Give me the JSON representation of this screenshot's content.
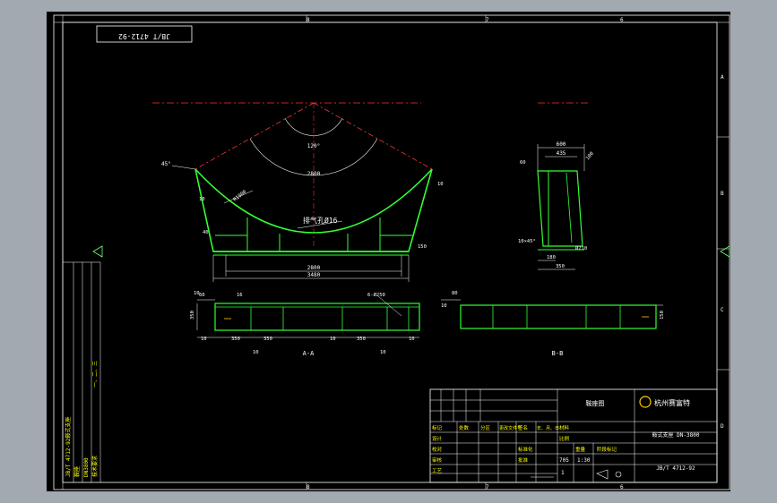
{
  "drawing_number_tab": "JB/T 4712-92",
  "grid_labels": {
    "top": [
      "8",
      "7",
      "6"
    ],
    "bottom": [
      "8",
      "7",
      "6"
    ],
    "right": [
      "A",
      "B",
      "C",
      "D"
    ]
  },
  "main_view": {
    "angle": "120°",
    "radius_outer": "2800",
    "radius_inner": "R1900",
    "hole_label": "排气孔Ø16",
    "left_angle": "45°",
    "width_inner": "2800",
    "width_outer": "3480",
    "dim_left_edge": "10",
    "dim_right_top": "10",
    "dim_bottom_left": "40",
    "dim_bottom_right": "150"
  },
  "side_view": {
    "top_width": "600",
    "top_inner": "435",
    "chamfer": "100",
    "left_top": "60",
    "chamfer_label": "10×45°",
    "weld": "Ø210",
    "bottom_inner": "180",
    "bottom_width": "350"
  },
  "section_a": {
    "label": "A-A",
    "note": "6-Ø250",
    "dims_top": [
      "10",
      "60",
      "16"
    ],
    "dims_bottom": [
      "10",
      "350",
      "350",
      "10",
      "350",
      "10"
    ],
    "dims_left": [
      "350"
    ],
    "dims_ext": [
      "10",
      "10"
    ]
  },
  "section_b": {
    "label": "B-B",
    "dims": [
      "80",
      "10",
      "150"
    ]
  },
  "title_block": {
    "drawing_title": "鞍座图",
    "company": "杭州赛富特",
    "product": "鞍式支座 DN-3800",
    "header_row": [
      "标记",
      "处数",
      "分区",
      "更改文件号",
      "签名",
      "年、月、日"
    ],
    "rows": [
      {
        "role": "设计",
        "name": "",
        "date": ""
      },
      {
        "role": "校对",
        "name": "",
        "date": ""
      },
      {
        "role": "审核",
        "name": "",
        "date": ""
      },
      {
        "role": "工艺",
        "name": "",
        "date": ""
      }
    ],
    "approve_labels": [
      "标准化",
      "批准"
    ],
    "stage_label": "阶段标记",
    "weight_label": "重量",
    "scale_label": "比例",
    "weight": "705",
    "scale": "1:30",
    "sheet_count": "1",
    "material_block": "材料",
    "drawing_no": "JB/T 4712-92"
  },
  "side_notes": [
    "JB/T 4712-92鞍式支座",
    "鞍座",
    "DN3800",
    "一、二、三",
    "技术要求"
  ]
}
